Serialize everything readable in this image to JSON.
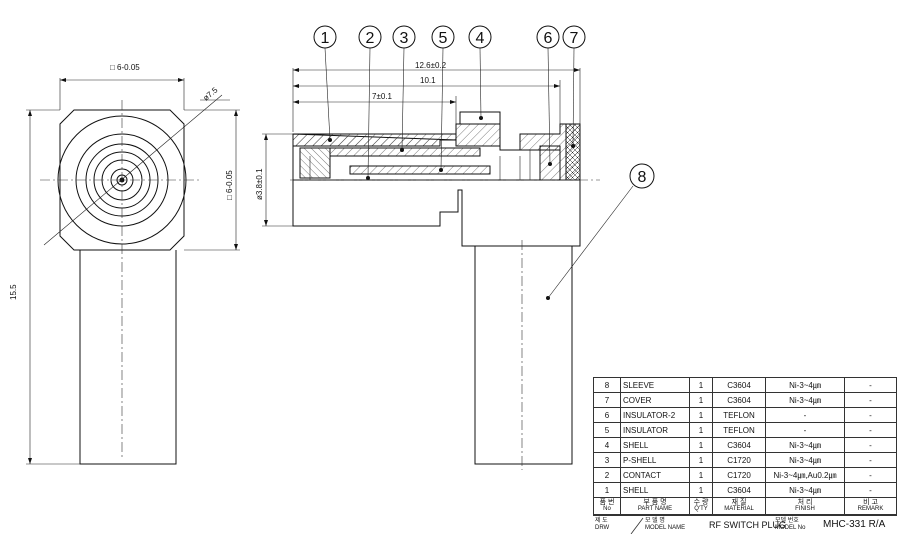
{
  "dimensions": {
    "square_width": "□ 6-0.05",
    "square_height": "□ 6-0.05",
    "outer_diameter": "ø7.5",
    "total_height": "15.5",
    "overall_length": "12.6±0.2",
    "length_10": "10.1",
    "length_7": "7±0.1",
    "pin_diameter": "ø3.8±0.1"
  },
  "balloons": [
    "1",
    "2",
    "3",
    "4",
    "5",
    "6",
    "7",
    "8"
  ],
  "bom": {
    "rows": [
      {
        "no": "8",
        "part": "SLEEVE",
        "qty": "1",
        "material": "C3604",
        "finish": "Ni-3~4㎛",
        "remark": "-"
      },
      {
        "no": "7",
        "part": "COVER",
        "qty": "1",
        "material": "C3604",
        "finish": "Ni-3~4㎛",
        "remark": "-"
      },
      {
        "no": "6",
        "part": "INSULATOR-2",
        "qty": "1",
        "material": "TEFLON",
        "finish": "-",
        "remark": "-"
      },
      {
        "no": "5",
        "part": "INSULATOR",
        "qty": "1",
        "material": "TEFLON",
        "finish": "-",
        "remark": "-"
      },
      {
        "no": "4",
        "part": "SHELL",
        "qty": "1",
        "material": "C3604",
        "finish": "Ni-3~4㎛",
        "remark": "-"
      },
      {
        "no": "3",
        "part": "P-SHELL",
        "qty": "1",
        "material": "C1720",
        "finish": "Ni-3~4㎛",
        "remark": "-"
      },
      {
        "no": "2",
        "part": "CONTACT",
        "qty": "1",
        "material": "C1720",
        "finish": "Ni-3~4㎛,Au0.2㎛",
        "remark": "-"
      },
      {
        "no": "1",
        "part": "SHELL",
        "qty": "1",
        "material": "C3604",
        "finish": "Ni-3~4㎛",
        "remark": "-"
      }
    ],
    "header": {
      "no_ko": "품 번",
      "no": "No",
      "part_ko": "부 품 명",
      "part": "PART NAME",
      "qty_ko": "수 량",
      "qty": "Q'TY",
      "material_ko": "재 질",
      "material": "MATERIAL",
      "finish_ko": "처 리",
      "finish": "FINISH",
      "remark_ko": "비 고",
      "remark": "REMARK"
    }
  },
  "title_block": {
    "drw_ko": "제 도",
    "drw": "DRW",
    "model_name_ko": "모 델 명",
    "model_name_label": "MODEL NAME",
    "model_name": "RF SWITCH PLUG",
    "model_no_ko": "모델 번호",
    "model_no_label": "MODEL No",
    "model_no": "MHC-331 R/A"
  }
}
